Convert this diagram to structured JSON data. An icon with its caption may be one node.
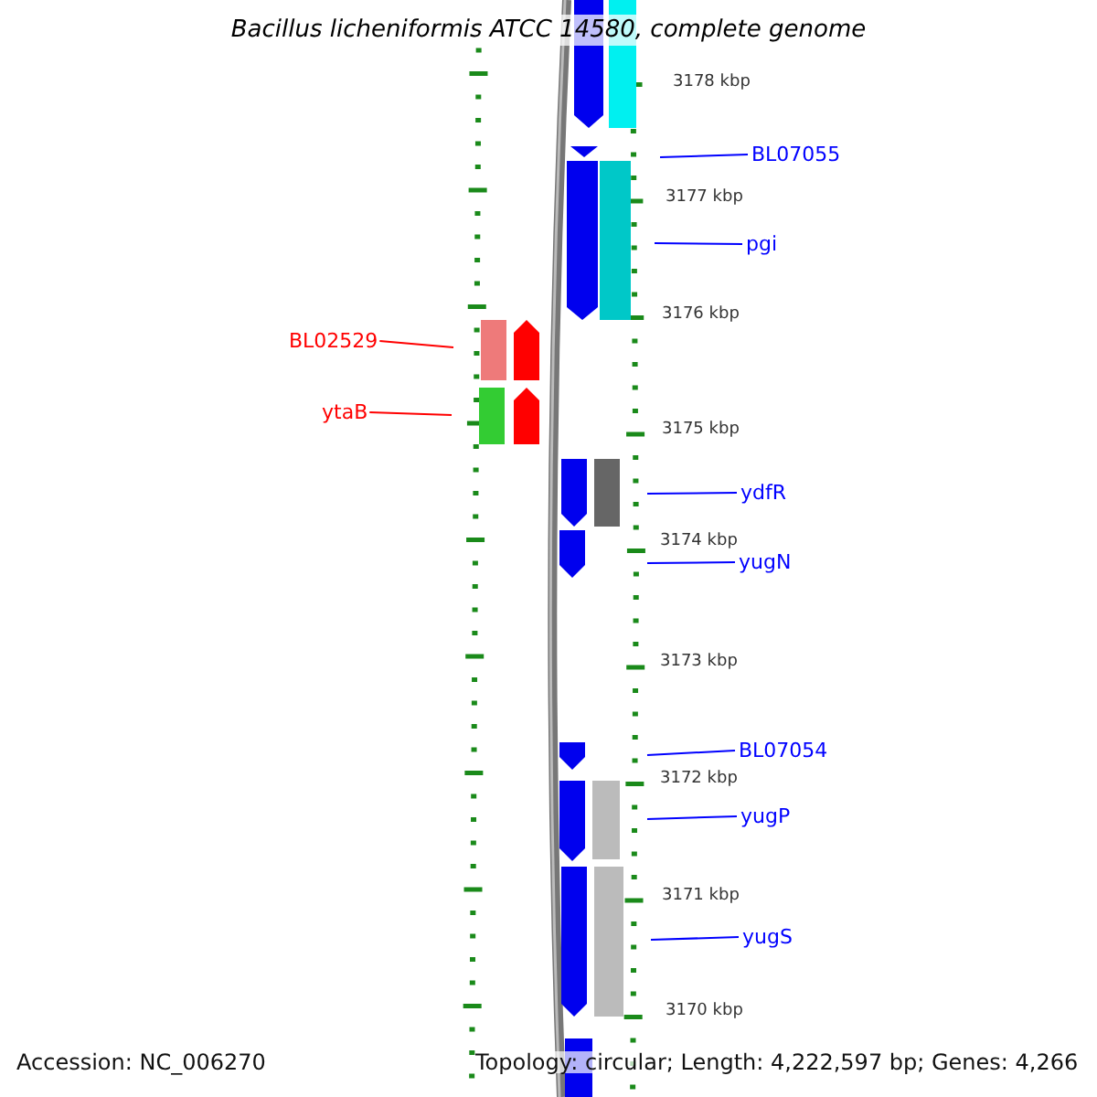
{
  "diagram": {
    "title": "Bacillus licheniformis ATCC 14580, complete genome",
    "nodes": [
      {
        "text": [
          "BL07055"
        ]
      },
      {
        "text": [
          "pgi"
        ]
      },
      {
        "text": [
          "BL02529"
        ]
      },
      {
        "text": [
          "ytaB"
        ]
      },
      {
        "text": [
          "ydfR"
        ]
      },
      {
        "text": [
          "yugN"
        ]
      },
      {
        "text": [
          "BL07054"
        ]
      },
      {
        "text": [
          "yugP"
        ]
      },
      {
        "text": [
          "yugS"
        ]
      }
    ],
    "edges": [
      {
        "from": 0,
        "to": null,
        "arrow": "none"
      },
      {
        "from": 1,
        "to": null,
        "arrow": "none"
      },
      {
        "from": 2,
        "to": null,
        "arrow": "none",
        "color": "#ff0000"
      },
      {
        "from": 3,
        "to": null,
        "arrow": "none",
        "color": "#ff0000"
      },
      {
        "from": 4,
        "to": null,
        "arrow": "none"
      },
      {
        "from": 5,
        "to": null,
        "arrow": "none"
      },
      {
        "from": 6,
        "to": null,
        "arrow": "none"
      },
      {
        "from": 7,
        "to": null,
        "arrow": "none"
      },
      {
        "from": 8,
        "to": null,
        "arrow": "none"
      }
    ],
    "labels": [
      "3178 kbp",
      "3177 kbp",
      "3176 kbp",
      "3175 kbp",
      "3174 kbp",
      "3173 kbp",
      "3172 kbp",
      "3171 kbp",
      "3170 kbp",
      "Accession: NC_006270",
      "Topology: circular; Length: 4,222,597 bp; Genes: 4,266"
    ]
  }
}
